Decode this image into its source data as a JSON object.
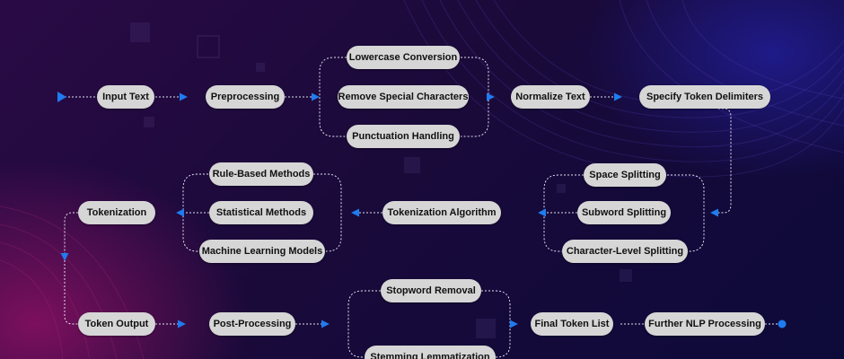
{
  "diagram": {
    "nodes": {
      "input_text": "Input Text",
      "preprocessing": "Preprocessing",
      "lowercase_conversion": "Lowercase Conversion",
      "remove_special_characters": "Remove Special Characters",
      "punctuation_handling": "Punctuation Handling",
      "normalize_text": "Normalize Text",
      "specify_token_delimiters": "Specify Token Delimiters",
      "space_splitting": "Space Splitting",
      "subword_splitting": "Subword Splitting",
      "character_level_splitting": "Character-Level Splitting",
      "tokenization_algorithm": "Tokenization Algorithm",
      "rule_based_methods": "Rule-Based Methods",
      "statistical_methods": "Statistical Methods",
      "machine_learning_models": "Machine Learning Models",
      "tokenization": "Tokenization",
      "token_output": "Token Output",
      "post_processing": "Post-Processing",
      "stopword_removal": "Stopword Removal",
      "stemming_lemmatization": "Stemming Lemmatization",
      "final_token_list": "Final Token List",
      "further_nlp_processing": "Further NLP Processing"
    },
    "colors": {
      "node_fill": "#d6d6d6",
      "connector": "#e0e0f0",
      "arrow": "#1f7cf0"
    }
  }
}
